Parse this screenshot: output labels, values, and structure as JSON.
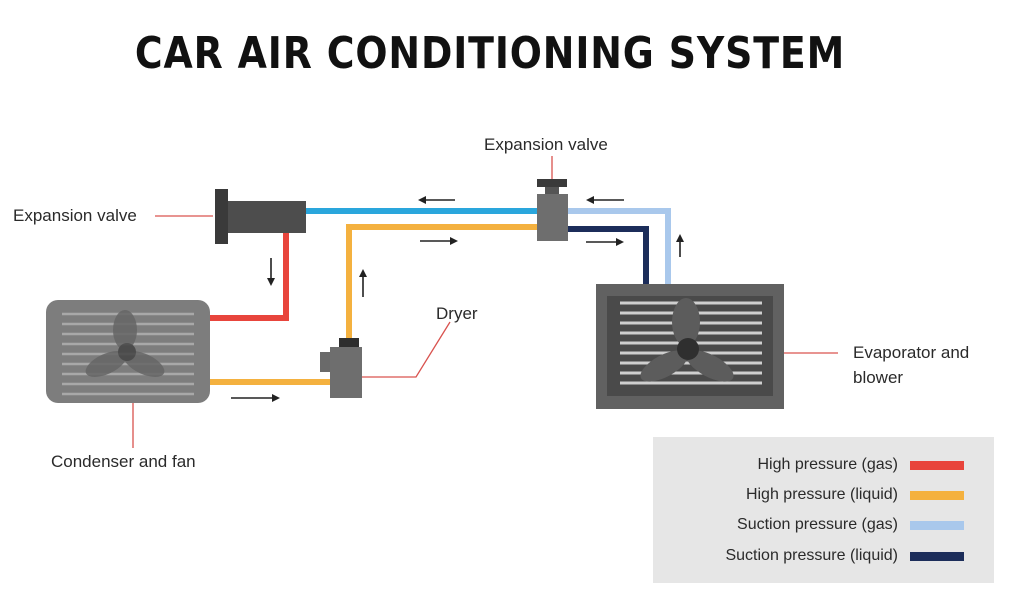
{
  "title": "CAR AIR CONDITIONING SYSTEM",
  "labels": {
    "expansion_valve_left": "Expansion valve",
    "expansion_valve_top": "Expansion valve",
    "dryer": "Dryer",
    "condenser": "Condenser and fan",
    "evaporator_line1": "Evaporator and",
    "evaporator_line2": "blower"
  },
  "legend": [
    {
      "label": "High pressure (gas)",
      "color": "#e8453c"
    },
    {
      "label": "High pressure (liquid)",
      "color": "#f4b13f"
    },
    {
      "label": "Suction pressure (gas)",
      "color": "#a9c8ec"
    },
    {
      "label": "Suction pressure (liquid)",
      "color": "#1c2d5a"
    }
  ],
  "colors": {
    "high_gas": "#e8453c",
    "high_liquid": "#f4b13f",
    "suction_gas": "#a9c8ec",
    "suction_liquid": "#1c2d5a",
    "blue_line": "#2aa6dc",
    "component_dark": "#4a4a4a",
    "component_mid": "#7d7d7d",
    "leader_line": "#d9534f"
  },
  "icons": [
    "fan-icon",
    "arrow-icon"
  ]
}
